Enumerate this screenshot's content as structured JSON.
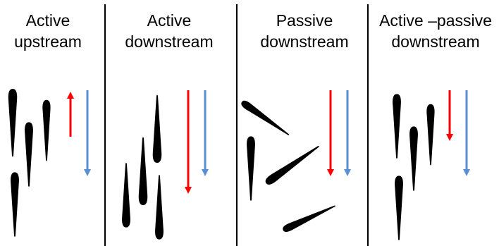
{
  "panels": [
    {
      "title_line1": "Active",
      "title_line2": "upstream"
    },
    {
      "title_line1": "Active",
      "title_line2": "downstream"
    },
    {
      "title_line1": "Passive",
      "title_line2": "downstream"
    },
    {
      "title_line1": "Active –passive",
      "title_line2": "downstream"
    }
  ],
  "colors": {
    "red_arrow": "#ff0000",
    "blue_arrow": "#5b8fd4",
    "fish": "#000000",
    "divider": "#000000"
  }
}
